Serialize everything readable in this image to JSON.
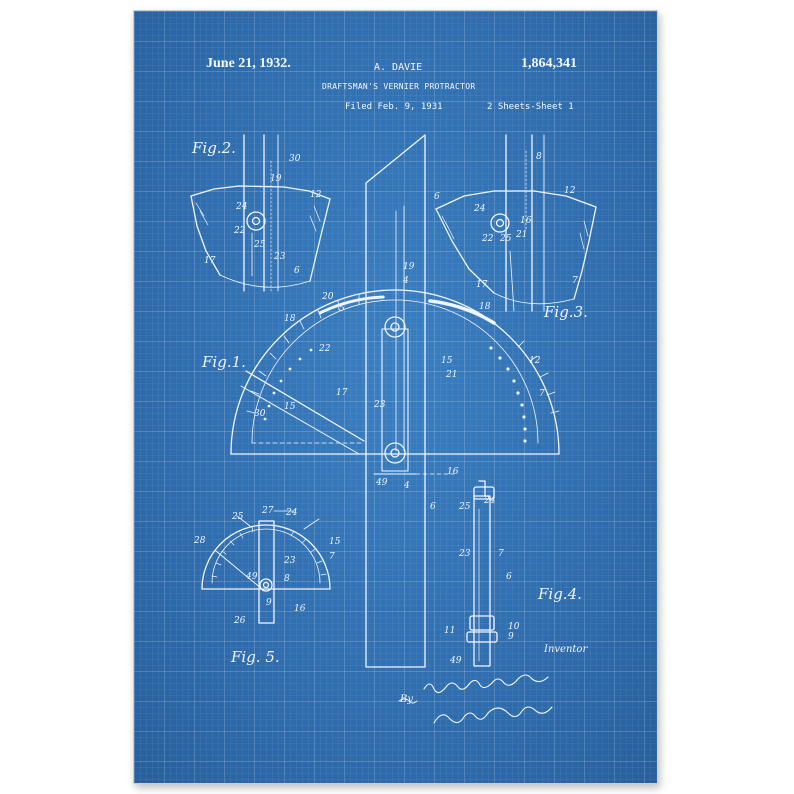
{
  "header": {
    "date": "June 21, 1932.",
    "inventor_name": "A. DAVIE",
    "patent_number": "1,864,341",
    "title": "DRAFTSMAN'S VERNIER PROTRACTOR",
    "filed": "Filed Feb. 9, 1931",
    "sheets": "2 Sheets-Sheet 1"
  },
  "figures": {
    "fig1": "Fig.1.",
    "fig2": "Fig.2.",
    "fig3": "Fig.3.",
    "fig4": "Fig.4.",
    "fig5": "Fig. 5."
  },
  "signature_block": {
    "inventor_label": "Inventor",
    "by": "By"
  },
  "colors": {
    "background": "#2f6fb0",
    "lines": "#f0f6ff"
  }
}
